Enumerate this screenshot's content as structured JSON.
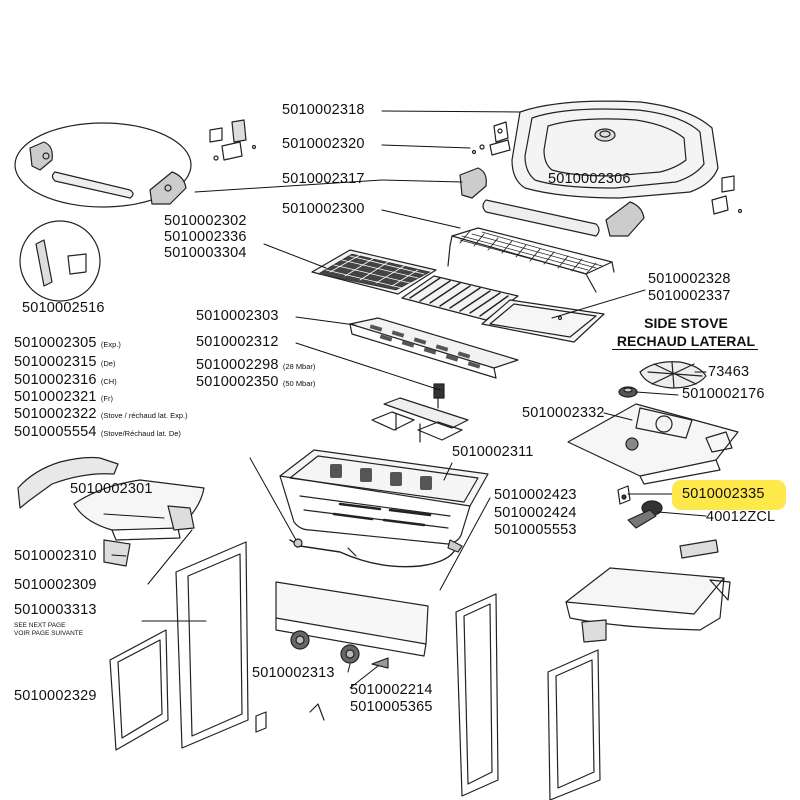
{
  "header": {
    "line1": "SIDE STOVE",
    "line2": "RECHAUD LATERAL"
  },
  "highlight": {
    "color": "#ffe84a",
    "part": "5010002335"
  },
  "labels": {
    "p2318": "5010002318",
    "p2320": "5010002320",
    "p2317": "5010002317",
    "p2306": "5010002306",
    "p2300": "5010002300",
    "p2302": "5010002302",
    "p2336": "5010002336",
    "p3304": "5010003304",
    "p2516": "5010002516",
    "p2328": "5010002328",
    "p2337": "5010002337",
    "p2303": "5010002303",
    "p2305": "5010002305",
    "p2305_note": "(Exp.)",
    "p2315": "5010002315",
    "p2315_note": "(De)",
    "p2316": "5010002316",
    "p2316_note": "(CH)",
    "p2321": "5010002321",
    "p2321_note": "(Fr)",
    "p2322": "5010002322",
    "p2322_note": "(Stove / réchaud lat. Exp.)",
    "p5554": "5010005554",
    "p5554_note": "(Stove/Réchaud lat. De)",
    "p2312": "5010002312",
    "p2298": "5010002298",
    "p2298_note": "(28 Mbar)",
    "p2350": "5010002350",
    "p2350_note": "(50 Mbar)",
    "p73463": "73463",
    "p2176": "5010002176",
    "p2332": "5010002332",
    "p2311": "5010002311",
    "p2301": "5010002301",
    "p2423": "5010002423",
    "p2424": "5010002424",
    "p5553": "5010005553",
    "p2335": "5010002335",
    "p40012": "40012ZCL",
    "p2310": "5010002310",
    "p2309": "5010002309",
    "p3313": "5010003313",
    "see_next_en": "SEE NEXT PAGE",
    "see_next_fr": "VOIR PAGE SUIVANTE",
    "p2329": "5010002329",
    "p2313": "5010002313",
    "p2214": "5010002214",
    "p5365": "5010005365"
  }
}
